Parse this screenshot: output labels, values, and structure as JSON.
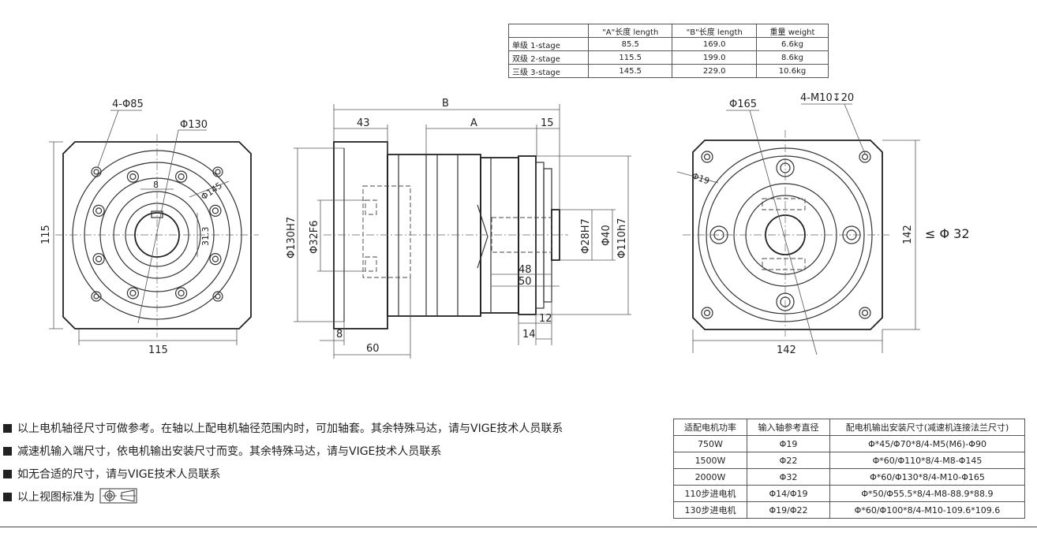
{
  "length_table": {
    "headers": [
      "",
      "\"A\"长度 length",
      "\"B\"长度  length",
      "重量 weight"
    ],
    "rows": [
      [
        "单级 1-stage",
        "85.5",
        "169.0",
        "6.6kg"
      ],
      [
        "双级 2-stage",
        "115.5",
        "199.0",
        "8.6kg"
      ],
      [
        "三级 3-stage",
        "145.5",
        "229.0",
        "10.6kg"
      ]
    ]
  },
  "front_view": {
    "holes": "4-Φ85",
    "pcd": "Φ130",
    "key_width": "8",
    "pcd2": "Φ145",
    "key_height": "31.3",
    "height": "115",
    "width": "115"
  },
  "side_view": {
    "B": "B",
    "A": "A",
    "flange_len": "43",
    "shaft_len": "15",
    "bore": "Φ130H7",
    "input_bore": "Φ32F6",
    "shaft_dia": "Φ28H7",
    "shaft_dia2": "Φ40",
    "spigot": "Φ110h7",
    "d48": "48",
    "d50": "50",
    "d12": "12",
    "d14": "14",
    "d8": "8",
    "d60": "60"
  },
  "rear_view": {
    "holes": "4-M10↧20",
    "pcd": "Φ165",
    "d19": "Φ19",
    "height": "142",
    "width": "142",
    "max_shaft": "≤ Φ 32"
  },
  "notes": [
    "以上电机轴径尺寸可做参考。在轴以上配电机轴径范围内时，可加轴套。其余特殊马达，请与VIGE技术人员联系",
    "减速机输入端尺寸，依电机输出安装尺寸而变。其余特殊马达，请与VIGE技术人员联系",
    "如无合适的尺寸，请与VIGE技术人员联系",
    "以上视图标准为"
  ],
  "motor_table": {
    "headers": [
      "适配电机功率",
      "输入轴参考直径",
      "配电机输出安装尺寸(减速机连接法兰尺寸)"
    ],
    "rows": [
      [
        "750W",
        "Φ19",
        "Φ*45/Φ70*8/4-M5(M6)-Φ90"
      ],
      [
        "1500W",
        "Φ22",
        "Φ*60/Φ110*8/4-M8-Φ145"
      ],
      [
        "2000W",
        "Φ32",
        "Φ*60/Φ130*8/4-M10-Φ165"
      ],
      [
        "110步进电机",
        "Φ14/Φ19",
        "Φ*50/Φ55.5*8/4-M8-88.9*88.9"
      ],
      [
        "130步进电机",
        "Φ19/Φ22",
        "Φ*60/Φ100*8/4-M10-109.6*109.6"
      ]
    ]
  }
}
